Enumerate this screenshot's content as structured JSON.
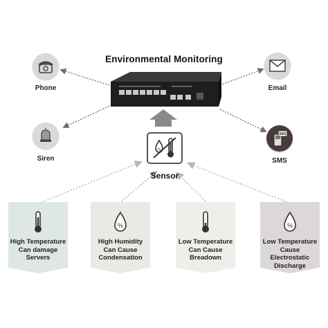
{
  "title": "Environmental Monitoring",
  "sensor_label": "Sensor",
  "outputs": {
    "phone": "Phone",
    "email": "Email",
    "siren": "Siren",
    "sms": "SMS",
    "sms_icon_text": "SMS"
  },
  "conditions": [
    {
      "label": "High Temperature Can damage Servers",
      "icon": "thermometer-icon",
      "color": "#dfe6e6"
    },
    {
      "label": "High Humidity Can Cause Condensation",
      "icon": "humidity-drop-icon",
      "color": "#e7ebe4"
    },
    {
      "label": "Low Temperature Can Cause Breadown",
      "icon": "thermometer-icon",
      "color": "#f0eeea"
    },
    {
      "label": "Low Temperature Cause Electrostatic Discharge",
      "icon": "humidity-drop-icon",
      "color": "#dcd8d8"
    }
  ],
  "colors": {
    "arrow": "#7a7a7a",
    "arrow_light": "#bdbdbd",
    "icon_circle_light": "#d9d9d9",
    "icon_circle_dark": "#4a3a3a",
    "sensor_arrow": "#8a8a8a",
    "device_body": "#1e1e1e"
  }
}
